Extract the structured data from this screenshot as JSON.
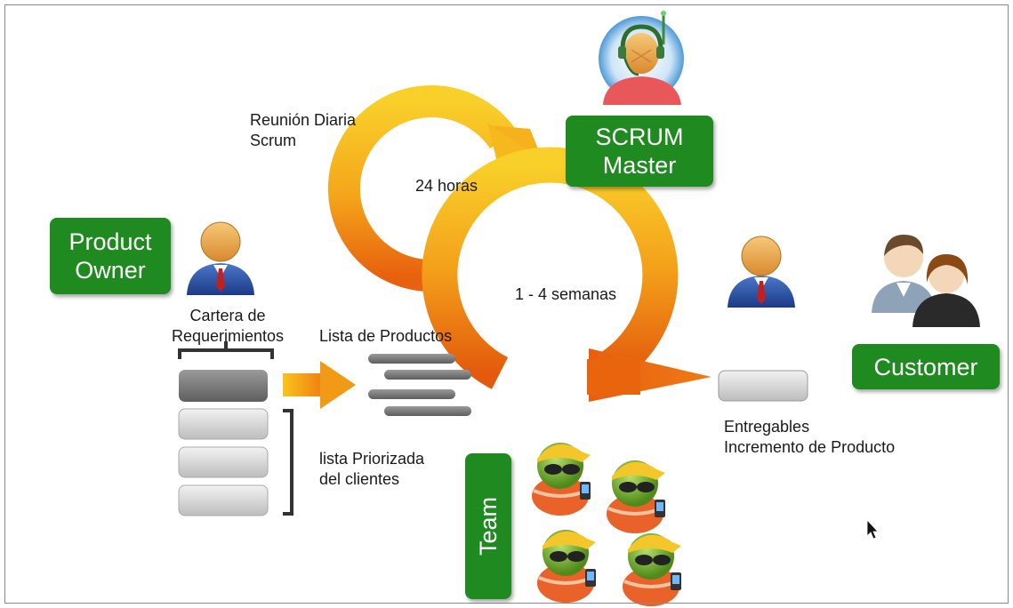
{
  "roles": {
    "product_owner": [
      "Product",
      "Owner"
    ],
    "scrum_master": [
      "SCRUM",
      "Master"
    ],
    "customer": "Customer",
    "team": "Team"
  },
  "labels": {
    "daily_meeting": [
      "Reunión Diaria",
      "Scrum"
    ],
    "hours": "24 horas",
    "weeks": "1 - 4 semanas",
    "requirements": [
      "Cartera de",
      "Requerimientos"
    ],
    "product_list": "Lista de Productos",
    "prioritized": [
      "lista Priorizada",
      "del clientes"
    ],
    "deliverables": [
      "Entregables",
      "Incremento de Producto"
    ]
  },
  "colors": {
    "green": "#1f8a1f",
    "arrow_yellow": "#f7c21a",
    "arrow_orange": "#e8610e",
    "bar_dark": "#7a7a7a",
    "bar_light": "#d9d9d9"
  },
  "icons": [
    "scrum-master-headset-icon",
    "product-owner-person-icon",
    "team-member-person-icon",
    "customer-couple-icon",
    "team-avatar-icon",
    "mouse-cursor-icon"
  ]
}
